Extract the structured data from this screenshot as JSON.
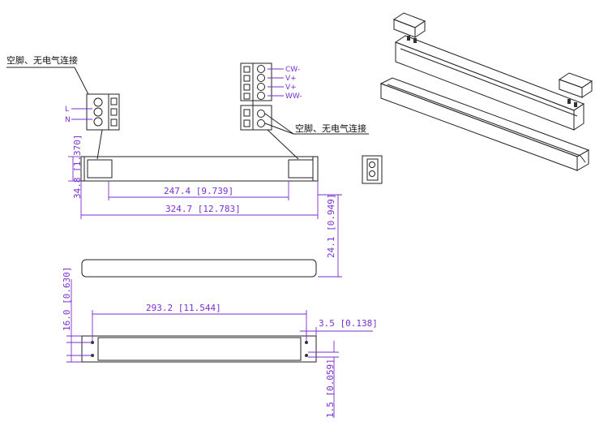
{
  "labels": {
    "left_connector_note": "空脚、无电气连接",
    "right_connector_note": "空脚、无电气连接",
    "pin_L": "L",
    "pin_N": "N",
    "pin_cw": "CW-",
    "pin_v1": "V+",
    "pin_v2": "V+",
    "pin_ww": "WW-"
  },
  "dimensions": {
    "height_top": "34.8 [1.370]",
    "inner_length": "247.4 [9.739]",
    "total_length": "324.7 [12.783]",
    "side_height": "24.1 [0.949]",
    "bottom_height": "16.0 [0.630]",
    "hole_spacing": "293.2 [11.544]",
    "hole_offset": "3.5 [0.138]",
    "hole_diameter": "1.5 [0.059]"
  },
  "colors": {
    "dimension": "#7a2fd0",
    "outline": "#222222"
  }
}
